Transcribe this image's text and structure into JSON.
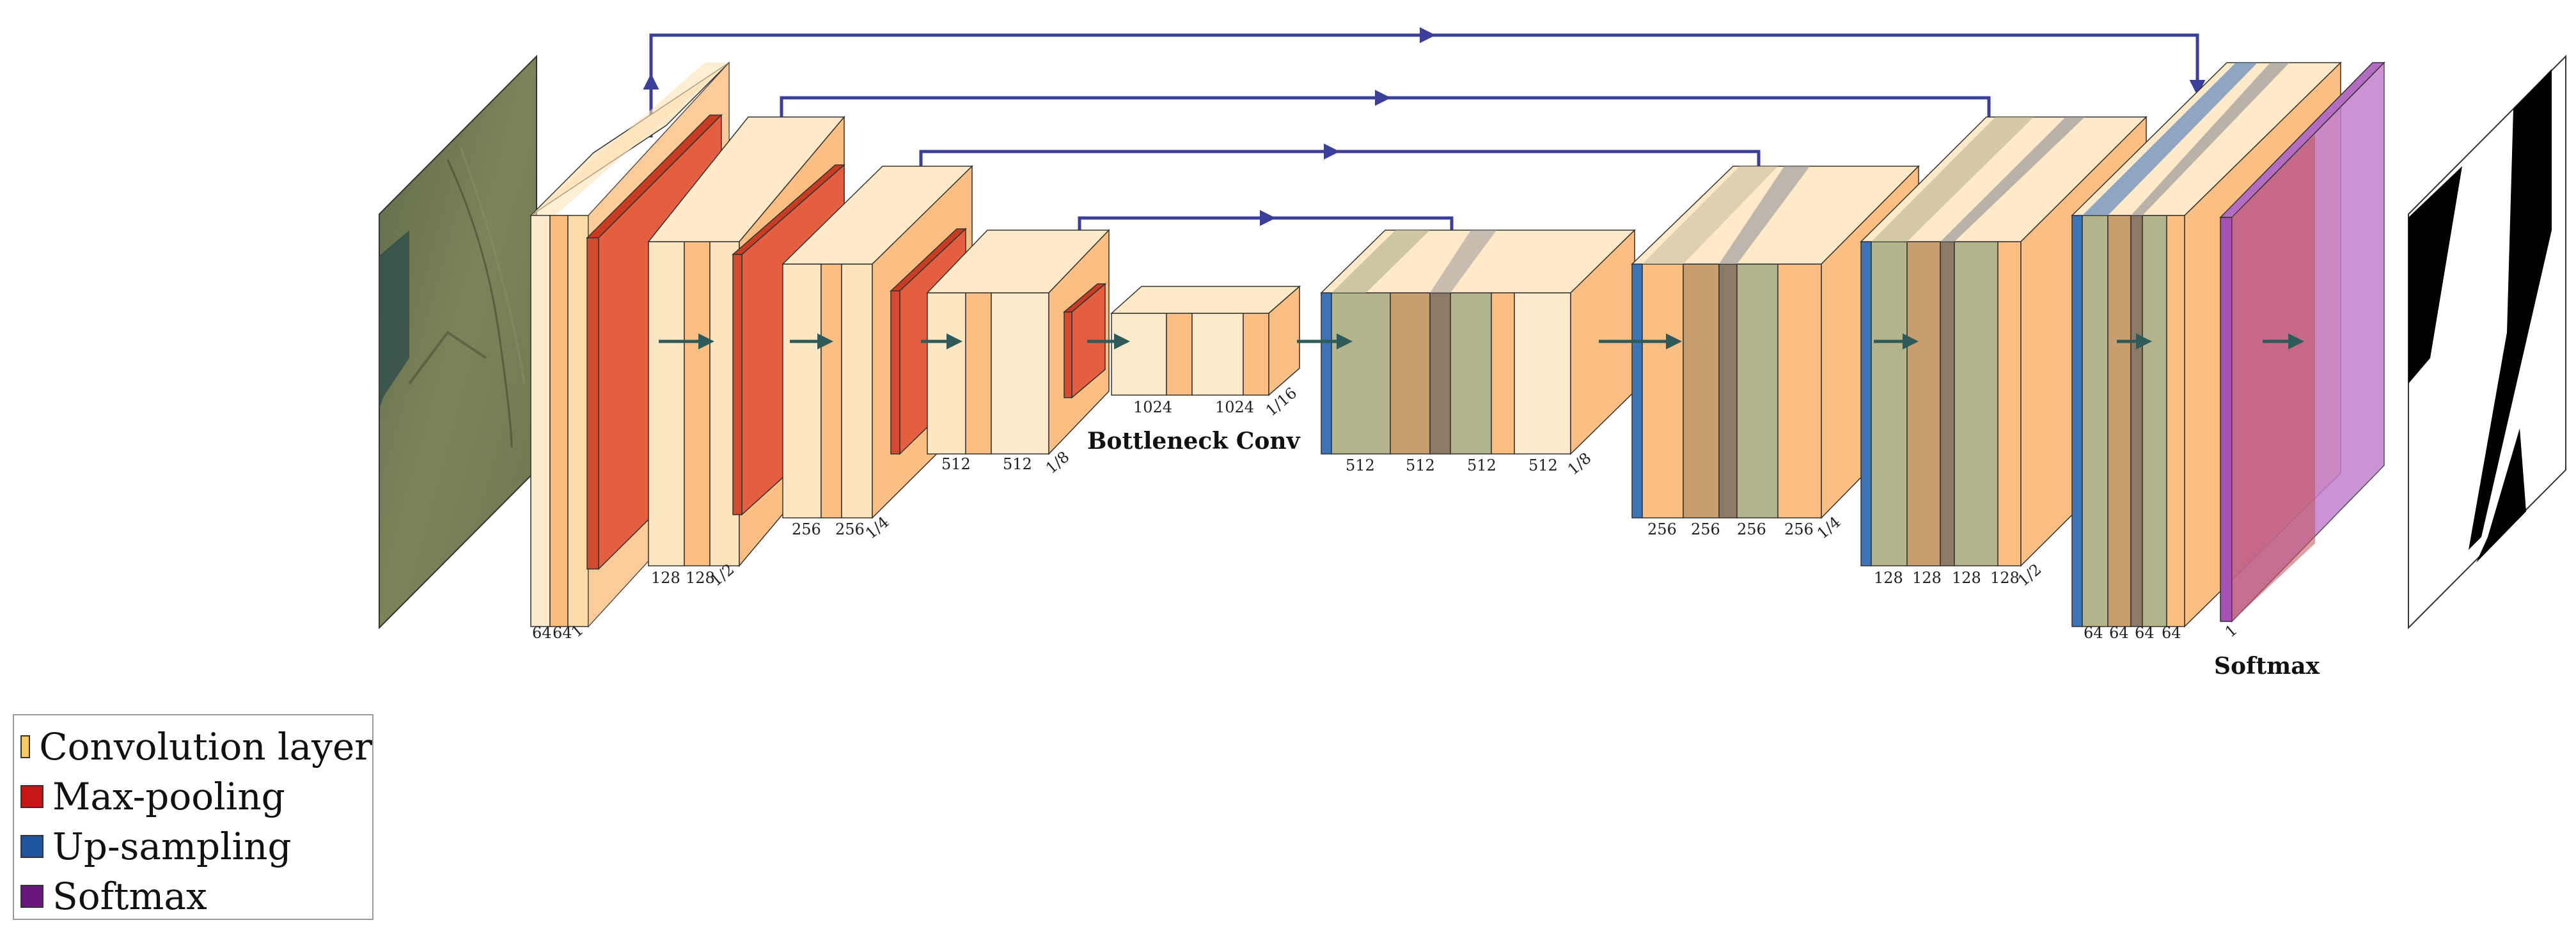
{
  "diagram": {
    "encoder": [
      {
        "id": "enc1",
        "ch1": "64",
        "ch2": "64",
        "scale": "1"
      },
      {
        "id": "enc2",
        "ch1": "128",
        "ch2": "128",
        "scale": "1/2"
      },
      {
        "id": "enc3",
        "ch1": "256",
        "ch2": "256",
        "scale": "1/4"
      },
      {
        "id": "enc4",
        "ch1": "512",
        "ch2": "512",
        "scale": "1/8"
      }
    ],
    "bottleneck": {
      "ch1": "1024",
      "ch2": "1024",
      "scale": "1/16",
      "caption": "Bottleneck Conv"
    },
    "decoder": [
      {
        "id": "dec4",
        "chans": [
          "512",
          "512",
          "512",
          "512"
        ],
        "scale": "1/8"
      },
      {
        "id": "dec3",
        "chans": [
          "256",
          "256",
          "256",
          "256"
        ],
        "scale": "1/4"
      },
      {
        "id": "dec2",
        "chans": [
          "128",
          "128",
          "128",
          "128"
        ],
        "scale": "1/2"
      },
      {
        "id": "dec1",
        "chans": [
          "64",
          "64",
          "64",
          "64"
        ],
        "scale": ""
      }
    ],
    "softmax": {
      "channels": "1",
      "caption": "Softmax"
    },
    "colors": {
      "conv": "#fdd9a6",
      "conv_dark": "#f9b26b",
      "maxpool": "#d7452a",
      "upsample": "#2f67b0",
      "concat": "#9a9a9a",
      "softmax": "#a450b5",
      "skip": "#3c3f9a",
      "flow": "#2e5a5a"
    }
  },
  "legend": {
    "items": [
      {
        "label": "Convolution layer",
        "color": "#fdc96a"
      },
      {
        "label": "Max-pooling",
        "color": "#c81414"
      },
      {
        "label": "Up-sampling",
        "color": "#1f54a0"
      },
      {
        "label": "Softmax",
        "color": "#6a1480"
      }
    ]
  }
}
